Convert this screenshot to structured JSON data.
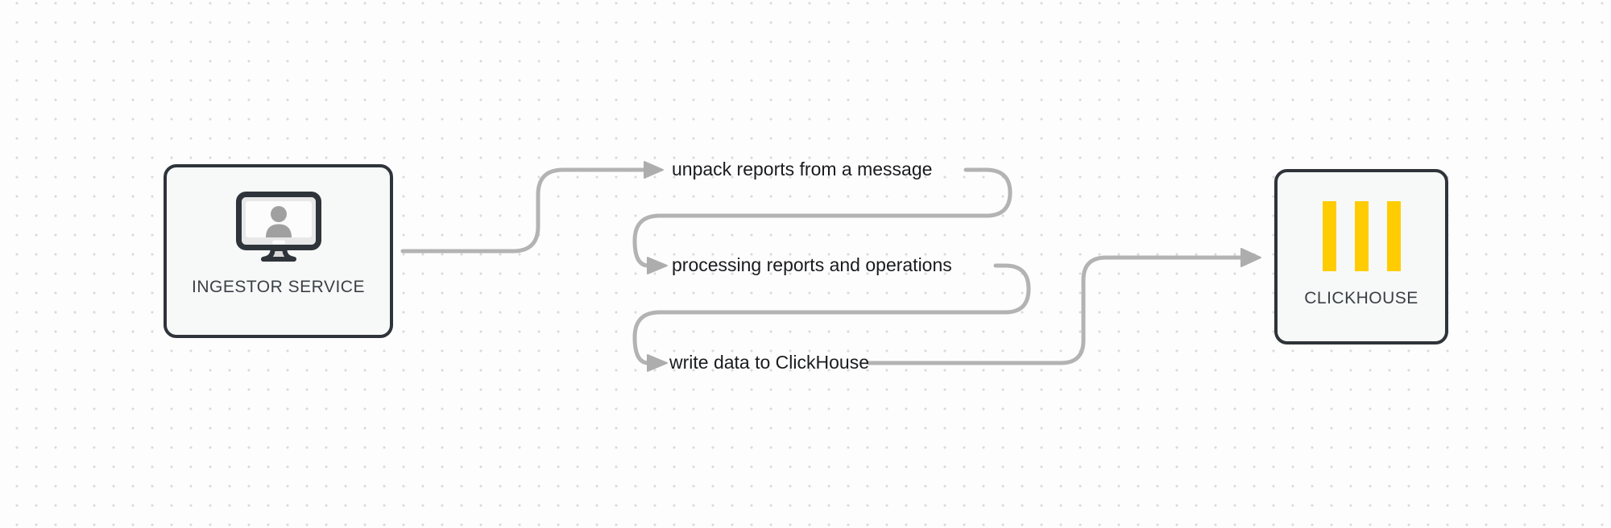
{
  "nodes": {
    "ingestor": {
      "label": "INGESTOR SERVICE",
      "icon": "monitor-user-icon"
    },
    "clickhouse": {
      "label": "CLICKHOUSE",
      "icon": "clickhouse-bars-icon"
    }
  },
  "steps": [
    {
      "label": "unpack reports from a message"
    },
    {
      "label": "processing reports and operations"
    },
    {
      "label": "write data to ClickHouse"
    }
  ],
  "colors": {
    "background": "#fdfdfd",
    "background_dot": "#dbdbdb",
    "connector": "#b3b3b3",
    "arrowhead": "#adadad",
    "node_border": "#2f343a",
    "node_fill": "#f7f9f8",
    "node_label_text": "#3b4046",
    "step_label_text": "#1a1b1e",
    "clickhouse_yellow": "#ffcc02",
    "monitor_silhouette": "#a0a0a0"
  }
}
